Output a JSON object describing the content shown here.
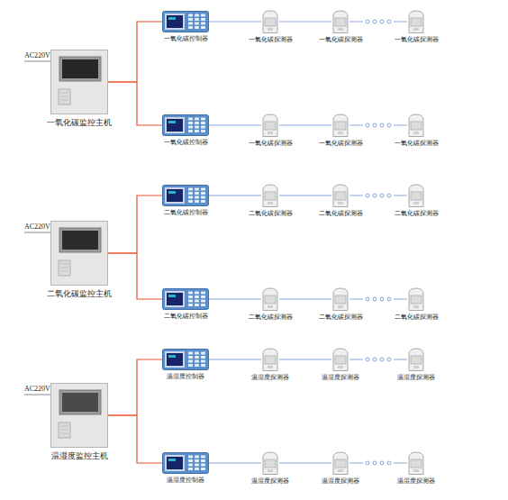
{
  "diagram": {
    "nodes": [
      {
        "text": [
          "一氧化碳监控主机"
        ]
      },
      {
        "text": [
          "一氧化碳控制器"
        ]
      },
      {
        "text": [
          "一氧化碳探测器"
        ]
      },
      {
        "text": [
          "一氧化碳探测器"
        ]
      },
      {
        "text": [
          "一氧化碳探测器"
        ]
      },
      {
        "text": [
          "一氧化碳控制器"
        ]
      },
      {
        "text": [
          "一氧化碳探测器"
        ]
      },
      {
        "text": [
          "一氧化碳探测器"
        ]
      },
      {
        "text": [
          "一氧化碳探测器"
        ]
      },
      {
        "text": [
          "二氧化碳监控主机"
        ]
      },
      {
        "text": [
          "二氧化碳控制器"
        ]
      },
      {
        "text": [
          "二氧化碳探测器"
        ]
      },
      {
        "text": [
          "二氧化碳探测器"
        ]
      },
      {
        "text": [
          "二氧化碳探测器"
        ]
      },
      {
        "text": [
          "二氧化碳控制器"
        ]
      },
      {
        "text": [
          "二氧化碳探测器"
        ]
      },
      {
        "text": [
          "二氧化碳探测器"
        ]
      },
      {
        "text": [
          "二氧化碳探测器"
        ]
      },
      {
        "text": [
          "温湿度监控主机"
        ]
      },
      {
        "text": [
          "温湿度控制器"
        ]
      },
      {
        "text": [
          "温湿度探测器"
        ]
      },
      {
        "text": [
          "温湿度探测器"
        ]
      },
      {
        "text": [
          "温湿度探测器"
        ]
      },
      {
        "text": [
          "温湿度控制器"
        ]
      },
      {
        "text": [
          "温湿度探测器"
        ]
      },
      {
        "text": [
          "温湿度探测器"
        ]
      },
      {
        "text": [
          "温湿度探测器"
        ]
      }
    ],
    "edges": [
      {
        "from": 0,
        "to": 1,
        "arrow": "none"
      },
      {
        "from": 0,
        "to": 5,
        "arrow": "none"
      },
      {
        "from": 1,
        "to": 2,
        "arrow": "none"
      },
      {
        "from": 2,
        "to": 3,
        "arrow": "none"
      },
      {
        "from": 3,
        "to": 4,
        "arrow": "none"
      },
      {
        "from": 5,
        "to": 6,
        "arrow": "none"
      },
      {
        "from": 6,
        "to": 7,
        "arrow": "none"
      },
      {
        "from": 7,
        "to": 8,
        "arrow": "none"
      },
      {
        "from": 9,
        "to": 10,
        "arrow": "none"
      },
      {
        "from": 9,
        "to": 14,
        "arrow": "none"
      },
      {
        "from": 10,
        "to": 11,
        "arrow": "none"
      },
      {
        "from": 11,
        "to": 12,
        "arrow": "none"
      },
      {
        "from": 12,
        "to": 13,
        "arrow": "none"
      },
      {
        "from": 14,
        "to": 15,
        "arrow": "none"
      },
      {
        "from": 15,
        "to": 16,
        "arrow": "none"
      },
      {
        "from": 16,
        "to": 17,
        "arrow": "none"
      },
      {
        "from": 18,
        "to": 19,
        "arrow": "none"
      },
      {
        "from": 18,
        "to": 23,
        "arrow": "none"
      },
      {
        "from": 19,
        "to": 20,
        "arrow": "none"
      },
      {
        "from": 20,
        "to": 21,
        "arrow": "none"
      },
      {
        "from": 21,
        "to": 22,
        "arrow": "none"
      },
      {
        "from": 23,
        "to": 24,
        "arrow": "none"
      },
      {
        "from": 24,
        "to": 25,
        "arrow": "none"
      },
      {
        "from": 25,
        "to": 26,
        "arrow": "none"
      }
    ],
    "labels": [
      "AC220V",
      "AC220V",
      "AC220V"
    ]
  }
}
